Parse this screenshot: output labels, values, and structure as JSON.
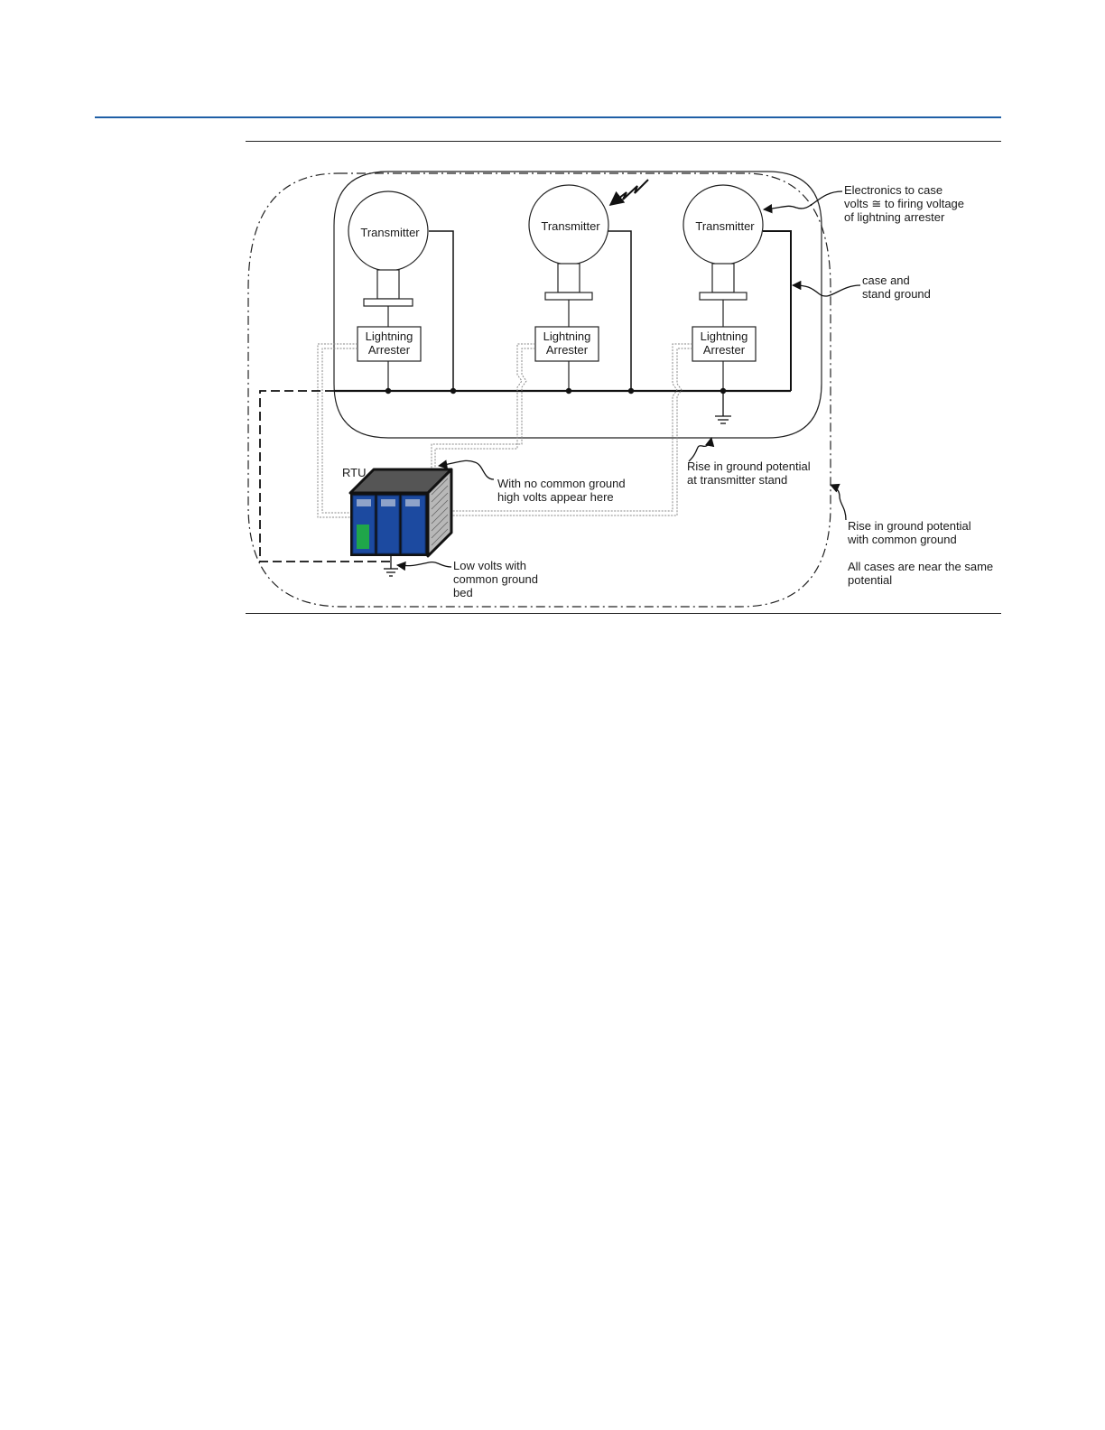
{
  "colors": {
    "header_rule": "#1f5fa6",
    "rtu_module": "#1c4aa0",
    "rtu_module_dark": "#10316f",
    "rtu_indicator": "#1fa64a"
  },
  "transmitters": [
    {
      "label": "Transmitter"
    },
    {
      "label": "Transmitter"
    },
    {
      "label": "Transmitter"
    }
  ],
  "arresters": [
    {
      "line1": "Lightning",
      "line2": "Arrester"
    },
    {
      "line1": "Lightning",
      "line2": "Arrester"
    },
    {
      "line1": "Lightning",
      "line2": "Arrester"
    }
  ],
  "rtu": {
    "label": "RTU"
  },
  "annotations": {
    "electronics": [
      "Electronics to case",
      "volts ≅ to firing voltage",
      "of lightning arrester"
    ],
    "case_ground": [
      "case and",
      "stand ground"
    ],
    "no_common_ground": [
      "With no common ground",
      "high volts appear here"
    ],
    "rise_stand": [
      "Rise in ground potential",
      "at transmitter stand"
    ],
    "rise_common": [
      "Rise in ground potential",
      "with common ground"
    ],
    "all_cases": [
      "All cases are near the same",
      "potential"
    ],
    "low_volts": [
      "Low volts with",
      "common ground",
      "bed"
    ]
  },
  "icons": [
    "lightning-bolt-icon",
    "ground-symbol-icon"
  ]
}
